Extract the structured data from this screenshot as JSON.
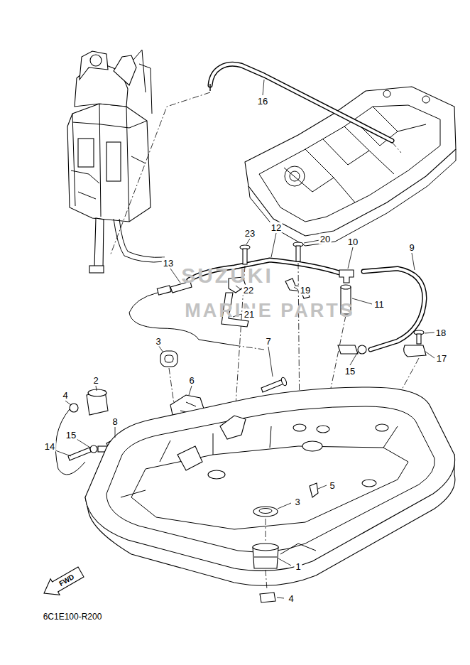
{
  "diagram": {
    "labels": [
      "16",
      "23",
      "12",
      "20",
      "10",
      "9",
      "13",
      "22",
      "19",
      "11",
      "21",
      "18",
      "17",
      "15",
      "3",
      "7",
      "2",
      "6",
      "4",
      "8",
      "15",
      "14",
      "5",
      "3",
      "1",
      "4",
      "FWD",
      "6C1E100-R200",
      "SUZUKI",
      "MARINE PARTS"
    ]
  }
}
